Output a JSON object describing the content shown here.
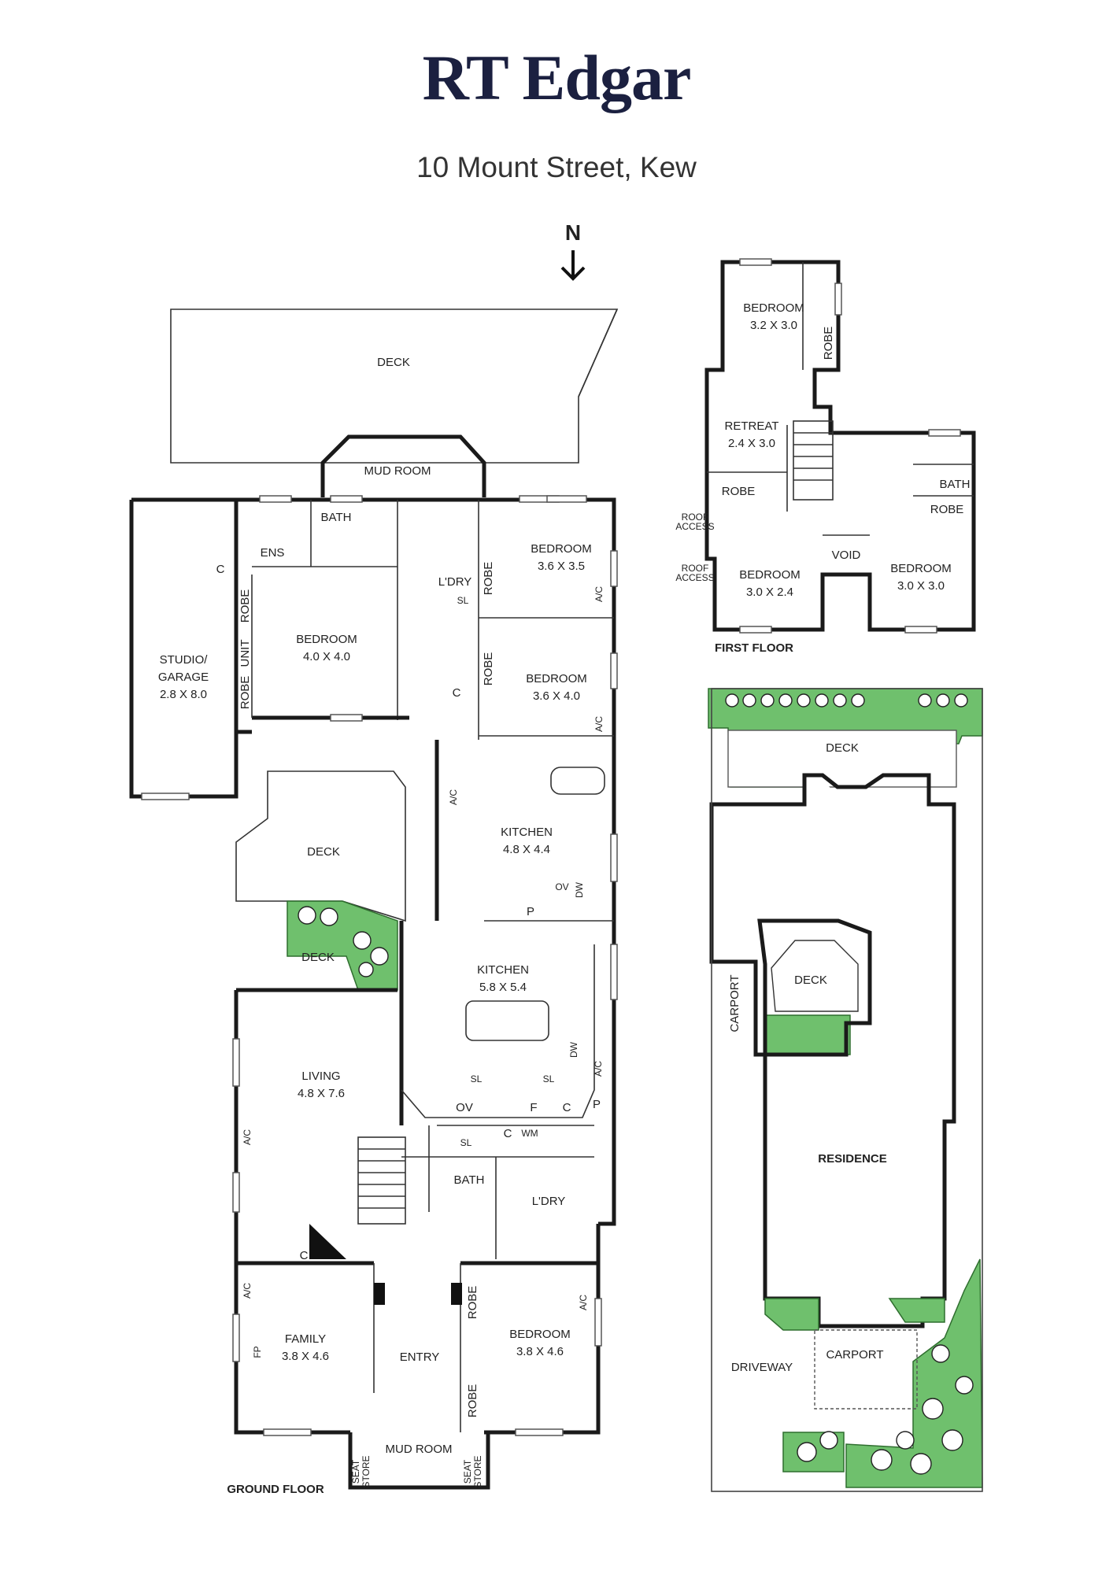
{
  "brand": "RT Edgar",
  "address": "10 Mount Street, Kew",
  "north": "N",
  "ground_floor": {
    "title": "GROUND FLOOR",
    "deck_top": "DECK",
    "mud_room_rear": "MUD ROOM",
    "bath_upper": "BATH",
    "ens": "ENS",
    "ldry_upper": "L'DRY",
    "robe": "ROBE",
    "unit": "UNIT",
    "c": "C",
    "sl": "SL",
    "bed1_name": "BEDROOM",
    "bed1_dim": "3.6 X 3.5",
    "bed2_name": "BEDROOM",
    "bed2_dim": "4.0 X 4.0",
    "bed3_name": "BEDROOM",
    "bed3_dim": "3.6 X 4.0",
    "studio_name1": "STUDIO/",
    "studio_name2": "GARAGE",
    "studio_dim": "2.8 X 8.0",
    "ac": "A/C",
    "deck_mid": "DECK",
    "kitchen1_name": "KITCHEN",
    "kitchen1_dim": "4.8 X 4.4",
    "ov": "OV",
    "dw": "DW",
    "p": "P",
    "f": "F",
    "wm": "WM",
    "deck_small": "DECK",
    "kitchen2_name": "KITCHEN",
    "kitchen2_dim": "5.8 X 5.4",
    "living_name": "LIVING",
    "living_dim": "4.8 X 7.6",
    "bath_lower": "BATH",
    "ldry_lower": "L'DRY",
    "family_name": "FAMILY",
    "family_dim": "3.8 X 4.6",
    "fp": "FP",
    "entry": "ENTRY",
    "bed4_name": "BEDROOM",
    "bed4_dim": "3.8 X 4.6",
    "mud_room_front": "MUD ROOM",
    "seat_store1": "SEAT",
    "seat_store2": "STORE"
  },
  "first_floor": {
    "title": "FIRST FLOOR",
    "bed_a_name": "BEDROOM",
    "bed_a_dim": "3.2 X 3.0",
    "robe": "ROBE",
    "retreat_name": "RETREAT",
    "retreat_dim": "2.4 X 3.0",
    "bath": "BATH",
    "roof1": "ROOF",
    "roof2": "ACCESS",
    "void": "VOID",
    "bed_b_name": "BEDROOM",
    "bed_b_dim": "3.0 X 2.4",
    "bed_c_name": "BEDROOM",
    "bed_c_dim": "3.0 X 3.0"
  },
  "site_plan": {
    "deck_top": "DECK",
    "deck_mid": "DECK",
    "carport_side": "CARPORT",
    "residence": "RESIDENCE",
    "driveway": "DRIVEWAY",
    "carport_front": "CARPORT"
  },
  "colors": {
    "brand": "#1b2040",
    "garden": "#6fc06d"
  }
}
